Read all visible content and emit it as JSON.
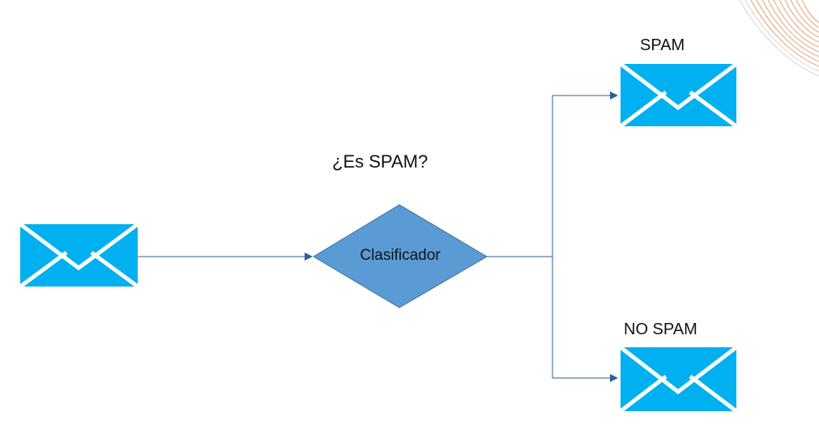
{
  "diagram": {
    "question": "¿Es SPAM?",
    "classifier": "Clasificador",
    "output_spam": "SPAM",
    "output_no_spam": "NO SPAM"
  },
  "colors": {
    "envelope": "#00b0f0",
    "diamond_fill": "#5b9bd5",
    "diamond_stroke": "#41719c",
    "connector": "#2e5e9e",
    "decoration": "#d9772e"
  },
  "icons": {
    "input": "envelope-icon",
    "spam": "envelope-icon",
    "no_spam": "envelope-icon"
  }
}
